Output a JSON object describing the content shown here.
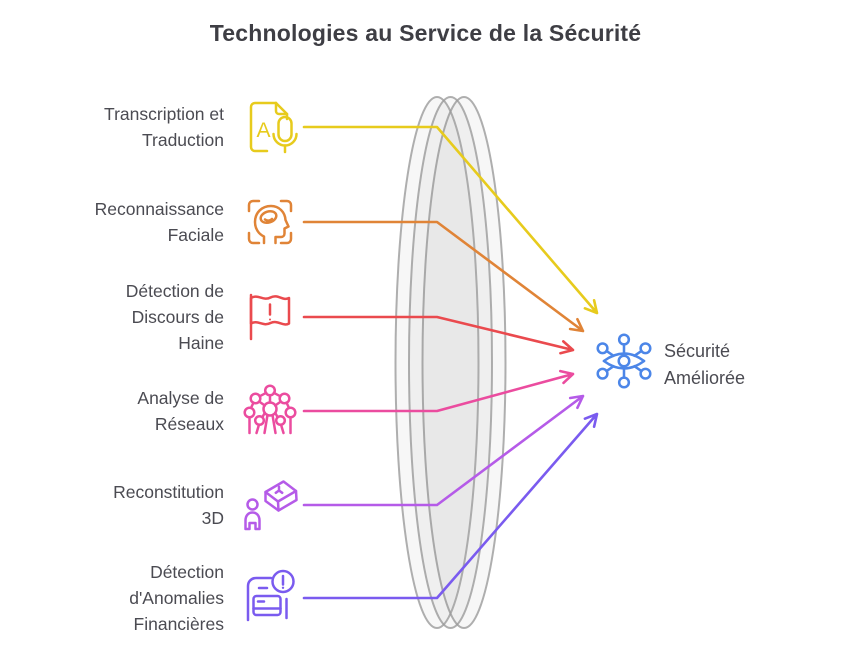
{
  "title": "Technologies au Service de la Sécurité",
  "items": [
    {
      "lines": [
        "Transcription et",
        "Traduction"
      ],
      "icon": "transcription-translation-icon",
      "color": "#E7CB1D"
    },
    {
      "lines": [
        "Reconnaissance",
        "Faciale"
      ],
      "icon": "facial-recognition-icon",
      "color": "#E08437"
    },
    {
      "lines": [
        "Détection de",
        "Discours de",
        "Haine"
      ],
      "icon": "hate-speech-flag-icon",
      "color": "#EA4A4E"
    },
    {
      "lines": [
        "Analyse de",
        "Réseaux"
      ],
      "icon": "network-analysis-icon",
      "color": "#EB4C9F"
    },
    {
      "lines": [
        "Reconstitution",
        "3D"
      ],
      "icon": "3d-reconstruction-icon",
      "color": "#B55BE8"
    },
    {
      "lines": [
        "Détection",
        "d'Anomalies",
        "Financières"
      ],
      "icon": "financial-anomaly-icon",
      "color": "#7A5BEF"
    }
  ],
  "result": {
    "lines": [
      "Sécurité",
      "Améliorée"
    ],
    "icon": "surveillance-network-icon",
    "color": "#4C86E8"
  },
  "lens": {
    "fill_tint": "#919191",
    "stroke": "#9B9B9B"
  },
  "text_colors": {
    "title": "#3E3E44",
    "label": "#4B4B52"
  }
}
